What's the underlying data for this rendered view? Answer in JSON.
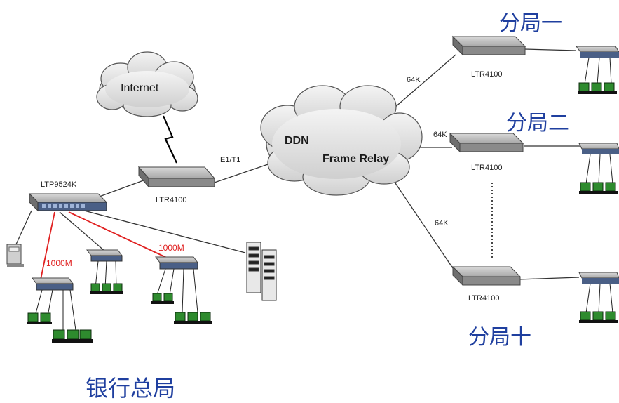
{
  "clouds": {
    "internet": "Internet",
    "ddn": "DDN",
    "frame_relay": "Frame Relay"
  },
  "devices": {
    "core_switch": "LTP9524K",
    "router_hq": "LTR4100",
    "router_branch1": "LTR4100",
    "router_branch2": "LTR4100",
    "router_branch10": "LTR4100"
  },
  "links": {
    "e1t1": "E1/T1",
    "speed_branch1": "64K",
    "speed_branch2": "64K",
    "speed_branch10": "64K",
    "gig_left": "1000M",
    "gig_right": "1000M"
  },
  "sites": {
    "branch1": "分局一",
    "branch2": "分局二",
    "branch10": "分局十",
    "hq": "银行总局"
  },
  "colors": {
    "site_text": "#1f3f9f",
    "gig_link": "#e02020",
    "device_body": "#8c8c8c",
    "terminal_green": "#2e8b2e"
  }
}
